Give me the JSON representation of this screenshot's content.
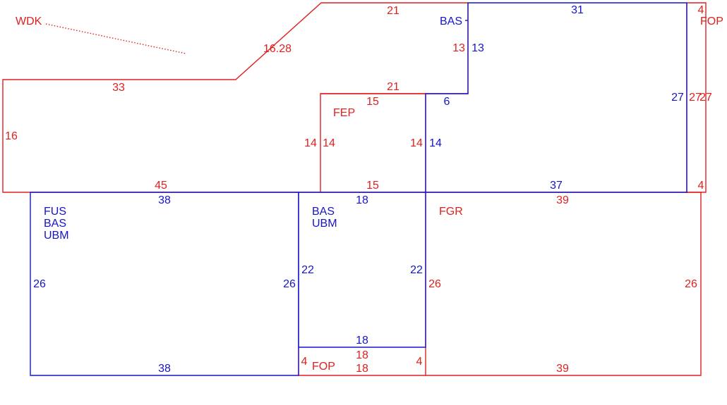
{
  "colors": {
    "red": "#e02020",
    "blue": "#1515c8",
    "background": "#ffffff"
  },
  "area_labels": {
    "wdk": "WDK",
    "fep": "FEP",
    "fgr": "FGR",
    "fop_top_right": "FOP",
    "fop_bottom": "FOP",
    "bas_top": "BAS",
    "fus_bas_ubm": [
      "FUS",
      "BAS",
      "UBM"
    ],
    "bas_ubm": [
      "BAS",
      "UBM"
    ]
  },
  "dimensions": {
    "wdk_top_edge": "21",
    "wdk_diagonal_edge": "16.28",
    "wdk_upper_left_edge": "33",
    "wdk_left_edge": "16",
    "wdk_bottom_edge": "45",
    "wdk_notch_top": "21",
    "wdk_notch_right": "13",
    "fep_top": "15",
    "fep_left_outer": "14",
    "fep_left_inner": "14",
    "fep_right_inner": "14",
    "fep_bottom": "15",
    "bas_top_left": "13",
    "bas_top_top": "31",
    "bas_top_notch": "6",
    "bas_top_left_lower": "14",
    "bas_top_right": "27",
    "bas_top_bottom": "37",
    "fop_right_top": "4",
    "fop_right_left": "27",
    "fop_right_right": "27",
    "fop_right_bottom": "4",
    "fus_top": "38",
    "fus_left": "26",
    "fus_right": "26",
    "fus_bottom": "38",
    "bas_ubm_top": "18",
    "bas_ubm_left": "22",
    "bas_ubm_right": "22",
    "bas_ubm_bottom": "18",
    "fop_bottom_top": "18",
    "fop_bottom_bottom": "18",
    "fop_bottom_left": "4",
    "fop_bottom_right": "4",
    "fgr_top": "39",
    "fgr_left": "26",
    "fgr_right": "26",
    "fgr_bottom": "39"
  }
}
